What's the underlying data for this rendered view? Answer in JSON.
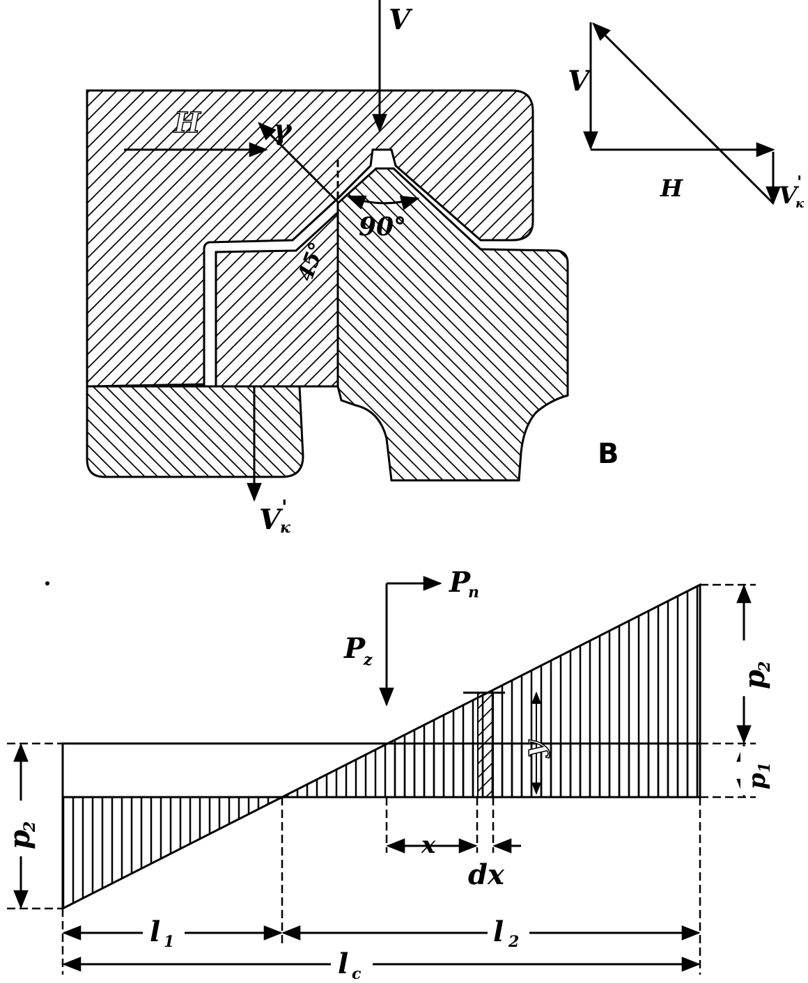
{
  "figure_top": {
    "labels": {
      "v": "V",
      "h": "H",
      "gamma": "γ",
      "angle_90": "90°",
      "angle_45": "45°",
      "vk": "V",
      "vk_sub": "к",
      "vk_prime": "'",
      "panel": "B"
    },
    "force_triangle": {
      "v": "V",
      "h": "H",
      "vk": "V",
      "vk_sub": "к",
      "vk_prime": "'"
    }
  },
  "figure_bottom": {
    "labels": {
      "pn": "P",
      "pn_sub": "n",
      "pz": "P",
      "pz_sub": "z",
      "p2_right": "p",
      "p2_right_sub": "2",
      "p1": "p",
      "p1_sub": "1",
      "p2_left": "p",
      "p2_left_sub": "2",
      "y": "y",
      "x": "x",
      "dx": "dx",
      "l1": "l",
      "l1_sub": "1",
      "l2": "l",
      "l2_sub": "2",
      "lc": "l",
      "lc_sub": "c"
    }
  },
  "colors": {
    "ink": "#000000",
    "paper": "#ffffff"
  }
}
